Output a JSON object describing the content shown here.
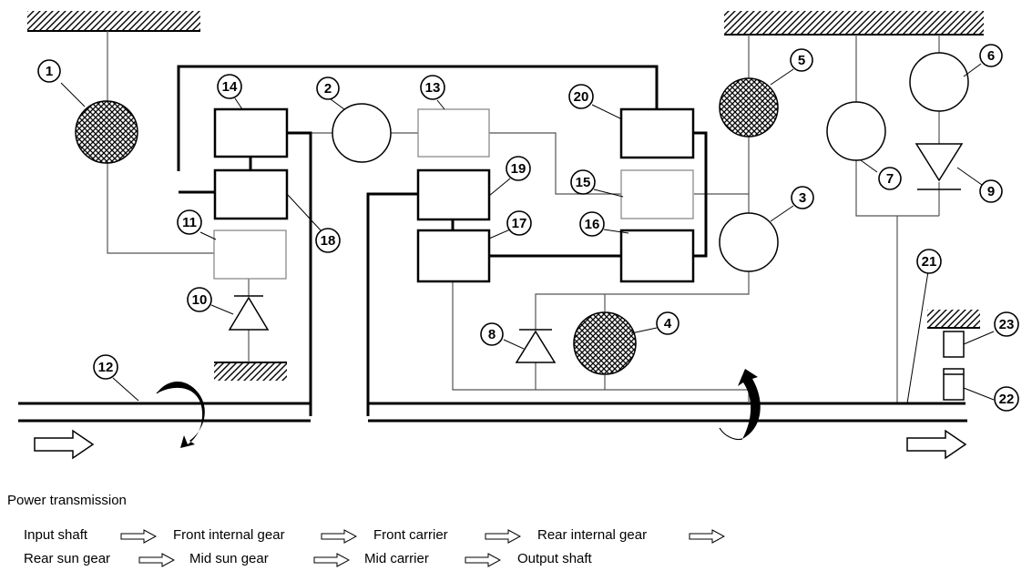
{
  "diagram": {
    "callouts": [
      "1",
      "2",
      "3",
      "4",
      "5",
      "6",
      "7",
      "8",
      "9",
      "10",
      "11",
      "12",
      "13",
      "14",
      "15",
      "16",
      "17",
      "18",
      "19",
      "20",
      "21",
      "22",
      "23"
    ],
    "colors": {
      "line": "#000000",
      "thin_line": "#555555",
      "hatch": "#000000",
      "box_light": "#8a8a8a"
    }
  },
  "legend": {
    "caption": "Power transmission",
    "row1": [
      "Input shaft",
      "Front internal gear",
      "Front carrier",
      "Rear internal gear"
    ],
    "row2": [
      "Rear sun gear",
      "Mid sun gear",
      "Mid carrier",
      "Output shaft"
    ],
    "arrow_icon": "hollow-right-arrow-icon"
  }
}
